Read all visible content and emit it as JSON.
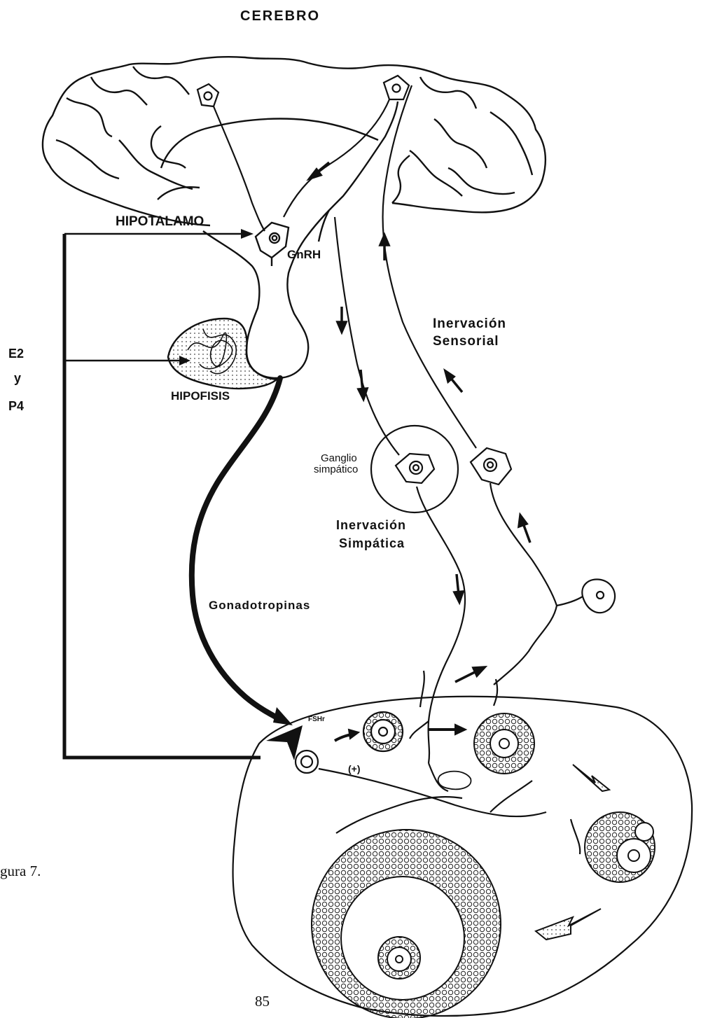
{
  "title": "CEREBRO",
  "labels": {
    "hipotalamo": "HIPOTALAMO",
    "gnrh": "GnRH",
    "hipofisis": "HIPOFISIS",
    "e2": "E2",
    "y": "y",
    "p4": "P4",
    "inervacion_sensorial_1": "Inervación",
    "inervacion_sensorial_2": "Sensorial",
    "ganglio_1": "Ganglio",
    "ganglio_2": "simpático",
    "inervacion_simpatica_1": "Inervación",
    "inervacion_simpatica_2": "Simpática",
    "gonadotropinas": "Gonadotropinas",
    "fshr": "FSHr",
    "plus": "(+)"
  },
  "caption": "gura 7.",
  "page_number": "85"
}
